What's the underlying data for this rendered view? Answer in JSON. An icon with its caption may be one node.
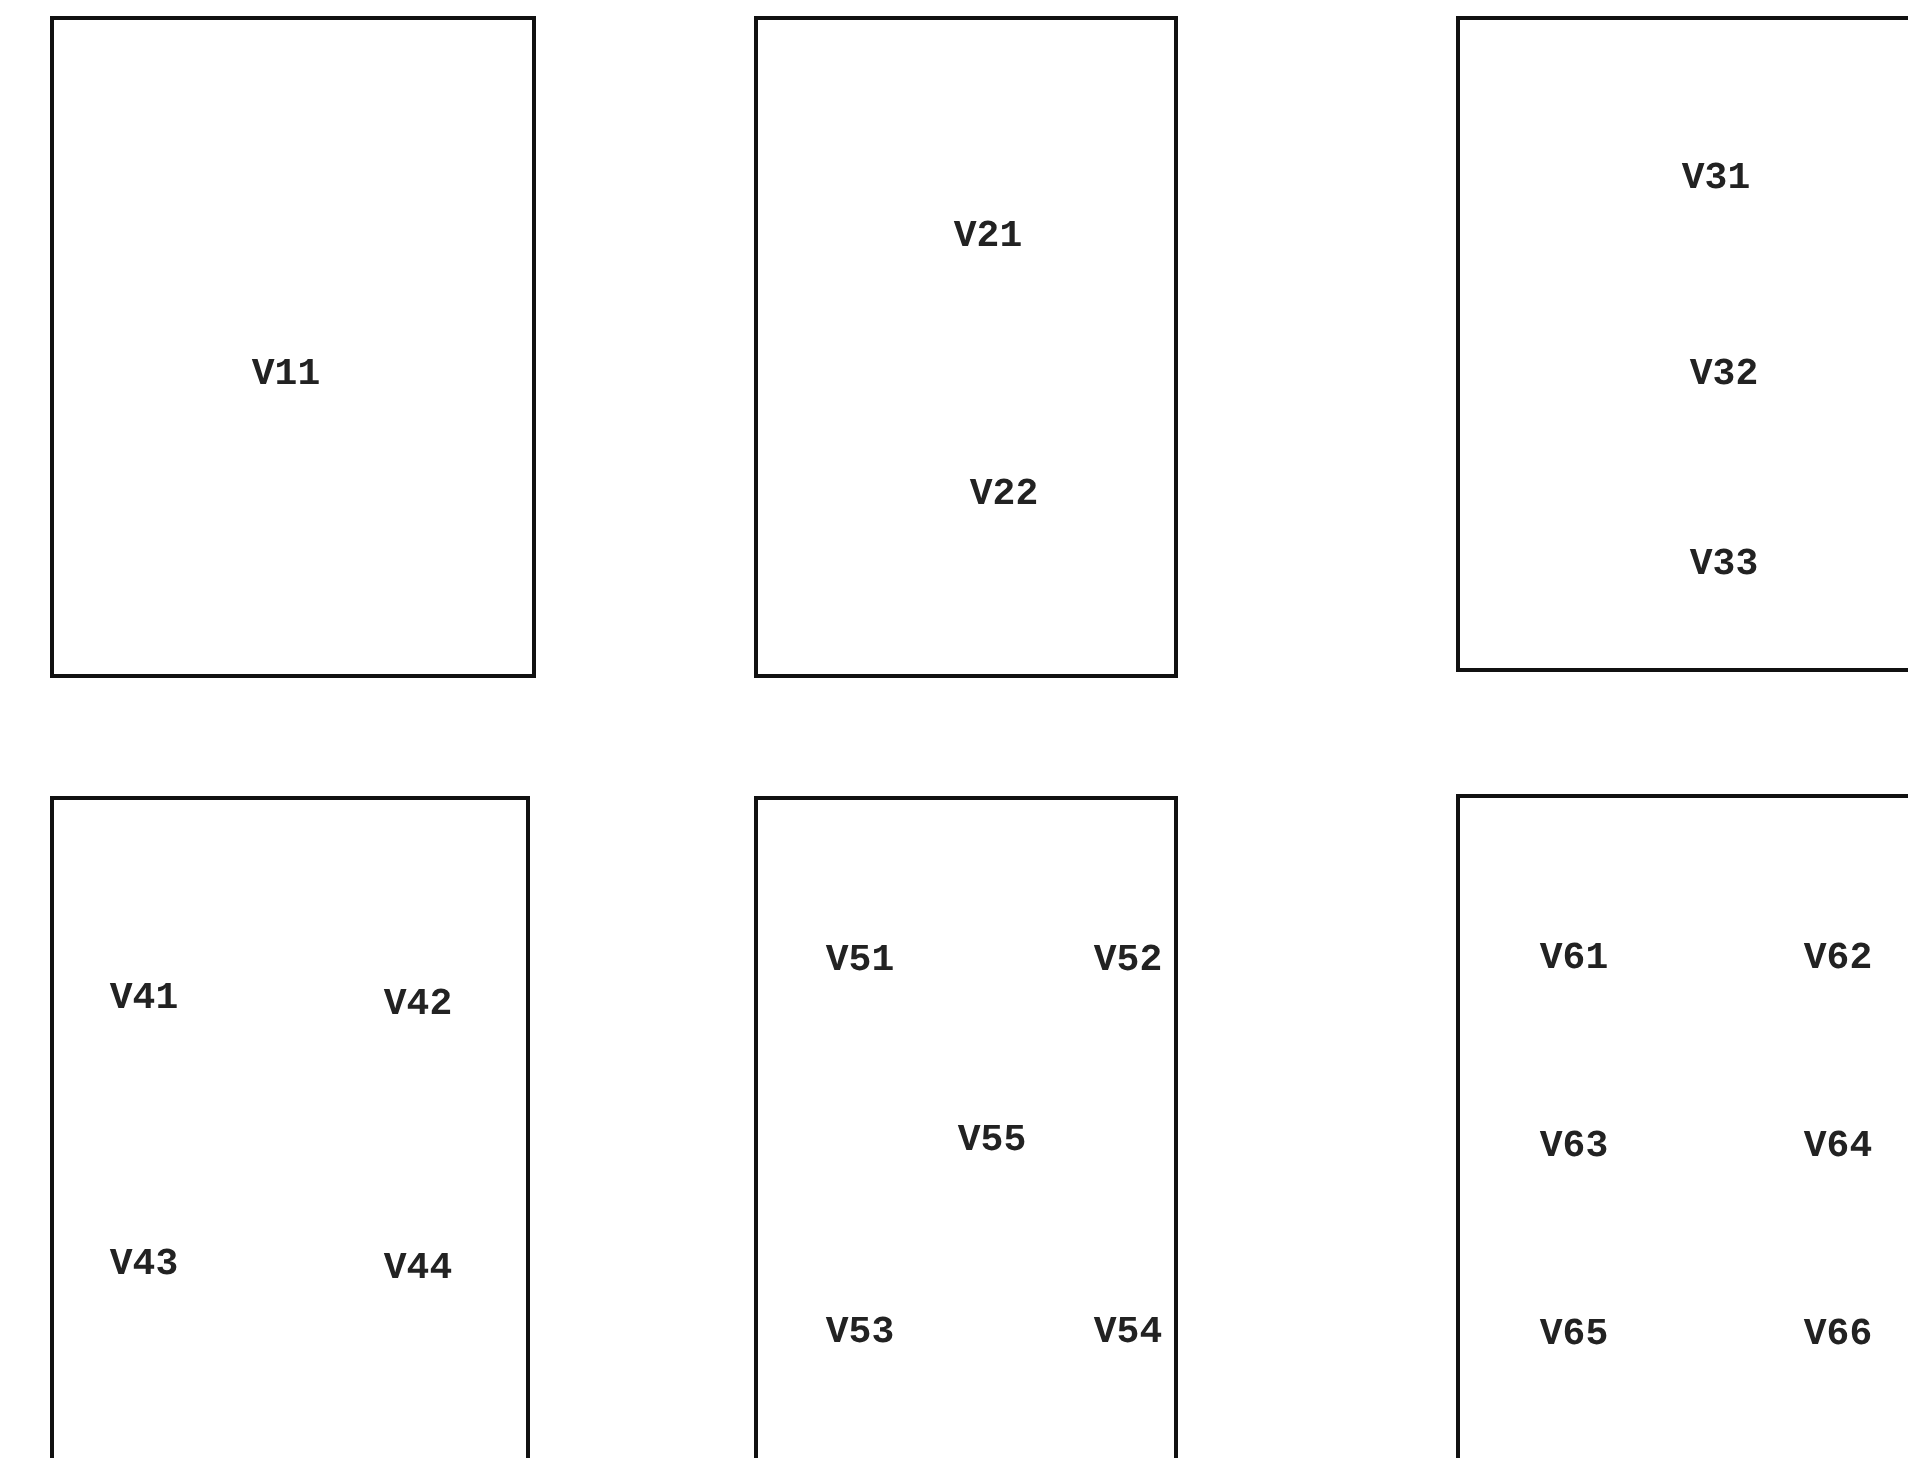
{
  "diagram": {
    "nodes": [
      {
        "text": [
          "V11"
        ]
      },
      {
        "text": [
          "V21",
          "V22"
        ]
      },
      {
        "text": [
          "V31",
          "V32",
          "V33"
        ]
      },
      {
        "text": [
          "V41",
          "V42",
          "V43",
          "V44"
        ]
      },
      {
        "text": [
          "V51",
          "V52",
          "V55",
          "V53",
          "V54"
        ]
      },
      {
        "text": [
          "V61",
          "V62",
          "V63",
          "V64",
          "V65",
          "V66"
        ]
      }
    ]
  }
}
